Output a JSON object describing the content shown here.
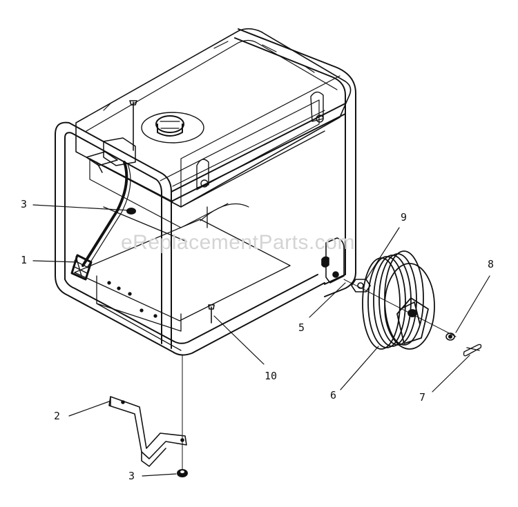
{
  "watermark": "eReplacementParts.com",
  "callouts": [
    "1",
    "2",
    "3",
    "3",
    "5",
    "6",
    "7",
    "8",
    "9",
    "10"
  ],
  "colors": {
    "ink": "#111111",
    "watermark": "#d4d4d4",
    "paper": "#ffffff"
  }
}
